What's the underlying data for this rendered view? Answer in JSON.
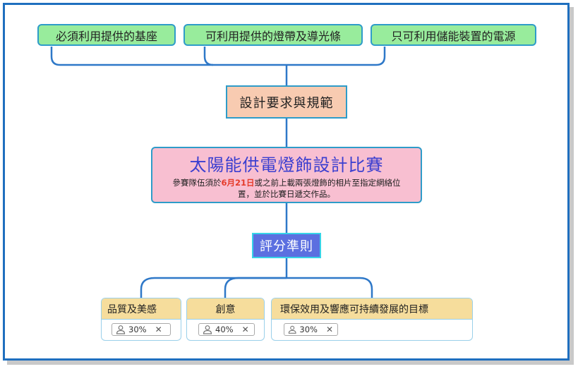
{
  "requirements": [
    "必須利用提供的基座",
    "可利用提供的燈帶及導光條",
    "只可利用儲能裝置的電源"
  ],
  "spec_label": "設計要求與規範",
  "center": {
    "title": "太陽能供電燈飾設計比賽",
    "desc_pre": "參賽隊伍須於",
    "desc_date": "6月21日",
    "desc_post": "或之前上載兩張燈飾的相片至指定網絡位置，並於比賽日遞交作品。"
  },
  "scoring_label": "評分準則",
  "criteria": [
    {
      "label": "品質及美感",
      "weight": "30%",
      "weight_value": 30
    },
    {
      "label": "創意",
      "weight": "40%",
      "weight_value": 40
    },
    {
      "label": "環保效用及響應可持續發展的目標",
      "weight": "30%",
      "weight_value": 30
    }
  ],
  "colors": {
    "frame": "#1f6fbf",
    "connector": "#2e78c8",
    "requirement_fill": "#98ec9c",
    "spec_fill": "#f8cbb1",
    "center_fill": "#f8bfd1",
    "center_title": "#3b3fd0",
    "date_highlight": "#e53b2a",
    "scoring_fill": "#5b6fe0",
    "criteria_header": "#f6dd9c"
  },
  "icons": {
    "weight": "person-icon",
    "remove": "close-icon"
  }
}
